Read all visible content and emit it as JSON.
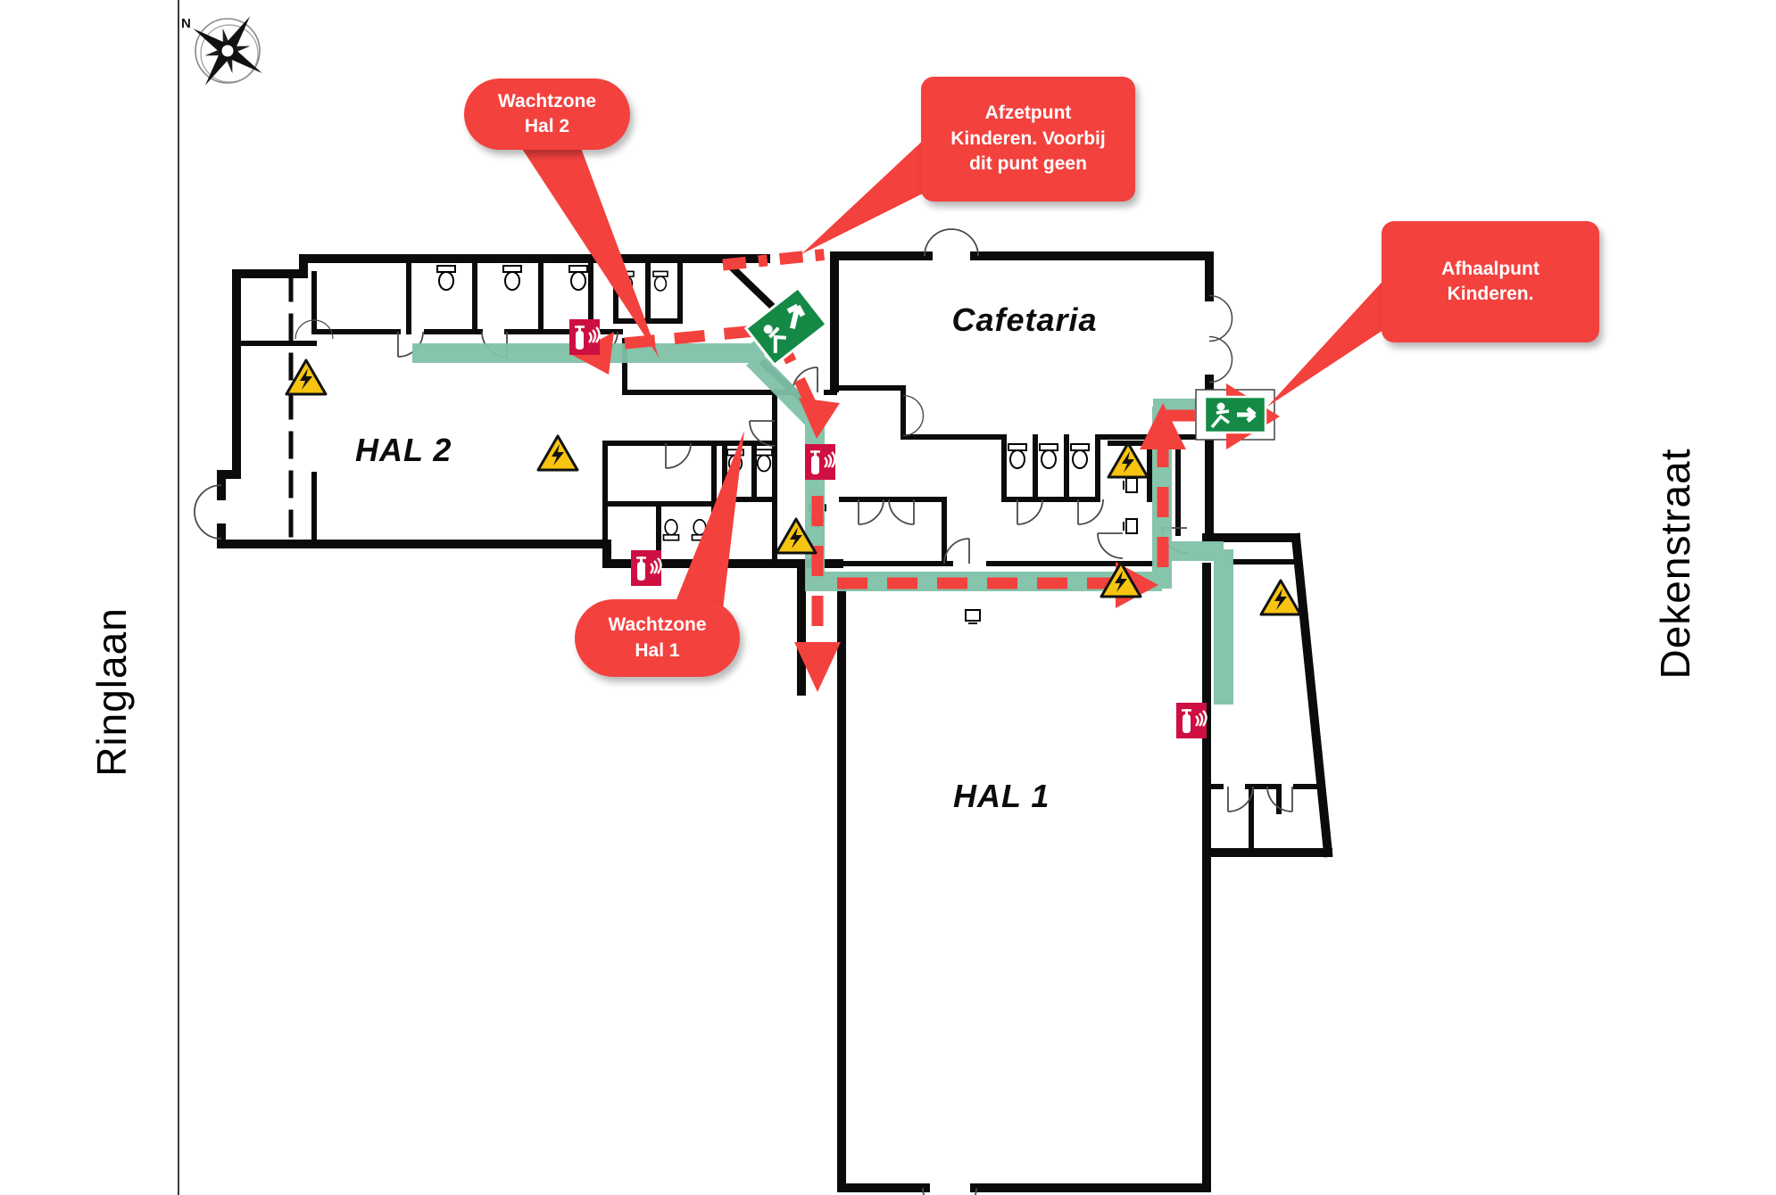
{
  "page_title": "Evacuation floor plan",
  "compass": {
    "label": "N",
    "icon": "compass-rose-icon"
  },
  "streets": {
    "left": "Ringlaan",
    "right": "Dekenstraat"
  },
  "rooms": {
    "hal2": "HAL 2",
    "hal1": "HAL 1",
    "cafetaria": "Cafetaria"
  },
  "callouts": [
    {
      "id": "wachtzone-hal2",
      "text": "Wachtzone\nHal 2"
    },
    {
      "id": "afzetpunt-kinderen",
      "text": "Afzetpunt\nKinderen. Voorbij\ndit punt geen"
    },
    {
      "id": "afhaalpunt-kinderen",
      "text": "Afhaalpunt\nKinderen."
    },
    {
      "id": "wachtzone-hal1",
      "text": "Wachtzone\nHal 1"
    }
  ],
  "icons": {
    "exit": "emergency-exit-running-man-icon",
    "extinguisher": "fire-extinguisher-icon",
    "hazard": "electrical-hazard-triangle-icon",
    "compass": "compass-rose-icon"
  },
  "colors": {
    "callout_red": "#f3413e",
    "route_red": "#f3413e",
    "path_green": "#80c1a8",
    "exit_green": "#148a46",
    "extinguisher_red": "#ce0f41",
    "warning_yellow": "#f6c411",
    "wall_black": "#0b0b0b"
  }
}
